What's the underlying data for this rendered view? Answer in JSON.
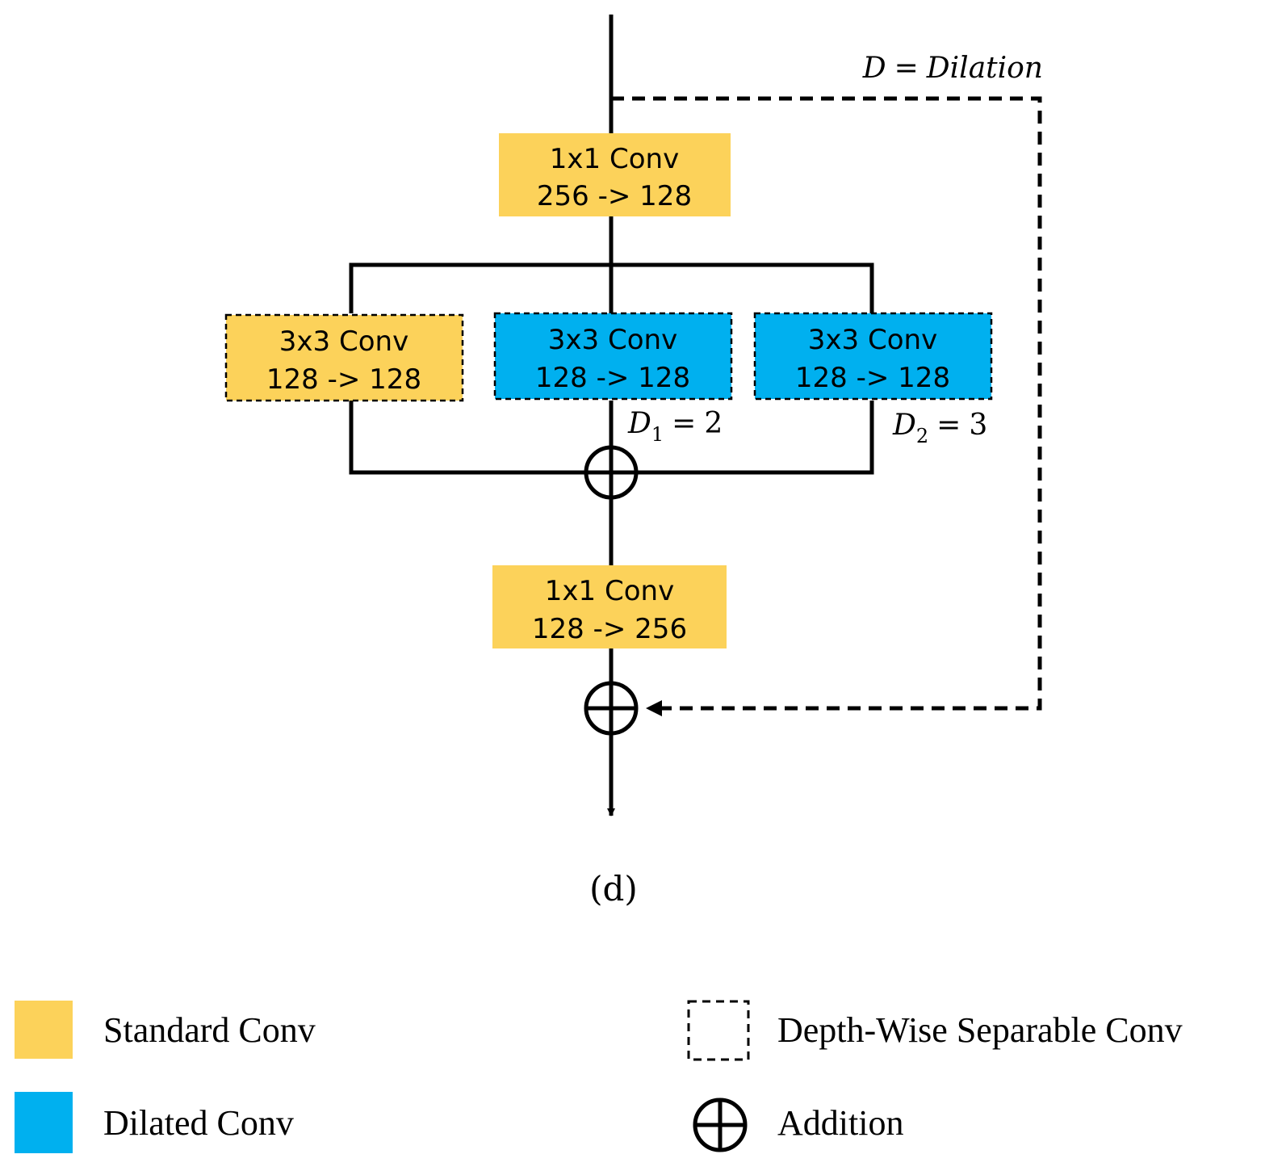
{
  "colors": {
    "standard": "#FCD25A",
    "dilated": "#00B0EF",
    "line": "#000000"
  },
  "diagram": {
    "dilation_label_lhs": "D",
    "dilation_label_rhs": "Dilation",
    "conv1": {
      "line1": "1x1 Conv",
      "line2": "256 -> 128"
    },
    "branch_left": {
      "line1": "3x3 Conv",
      "line2": "128 -> 128"
    },
    "branch_mid": {
      "line1": "3x3 Conv",
      "line2": "128 -> 128"
    },
    "branch_right": {
      "line1": "3x3 Conv",
      "line2": "128 -> 128"
    },
    "d1": {
      "symbol": "D",
      "sub": "1",
      "value": "2"
    },
    "d2": {
      "symbol": "D",
      "sub": "2",
      "value": "3"
    },
    "conv2": {
      "line1": "1x1 Conv",
      "line2": "128 -> 256"
    },
    "caption": "(d)"
  },
  "legend": {
    "standard_label": "Standard Conv",
    "dilated_label": "Dilated Conv",
    "depthwise_label": "Depth-Wise Separable Conv",
    "addition_label": "Addition"
  }
}
